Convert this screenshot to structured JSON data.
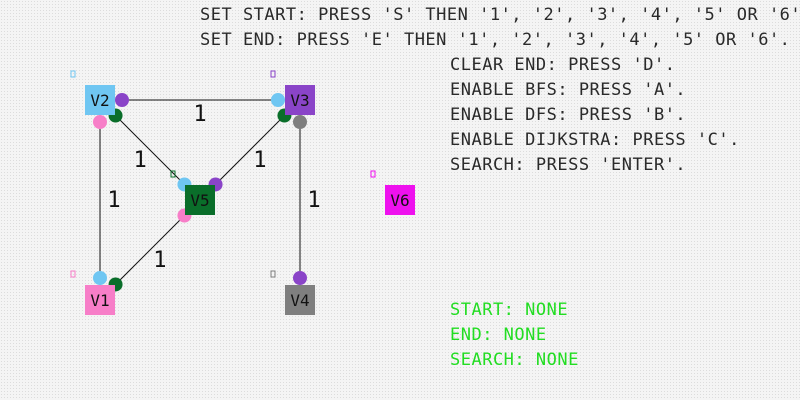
{
  "instructions": {
    "set_start": "SET START: PRESS 'S' THEN '1', '2', '3', '4', '5' OR '6'.",
    "set_end": "SET END: PRESS 'E' THEN '1', '2', '3', '4', '5' OR '6'.",
    "clear_end": "CLEAR END: PRESS 'D'.",
    "enable_bfs": "ENABLE BFS: PRESS 'A'.",
    "enable_dfs": "ENABLE DFS: PRESS 'B'.",
    "enable_dijkstra": "ENABLE DIJKSTRA: PRESS 'C'.",
    "search": "SEARCH: PRESS 'ENTER'."
  },
  "status": {
    "start": "START: NONE",
    "end": "END: NONE",
    "search": "SEARCH: NONE",
    "color": "#22dd22"
  },
  "graph": {
    "vertices": [
      {
        "id": "V1",
        "label": "V1",
        "color": "#f77ec8"
      },
      {
        "id": "V2",
        "label": "V2",
        "color": "#6fc6f2"
      },
      {
        "id": "V3",
        "label": "V3",
        "color": "#8a44c8"
      },
      {
        "id": "V4",
        "label": "V4",
        "color": "#7f7f7f"
      },
      {
        "id": "V5",
        "label": "V5",
        "color": "#0a6e2a"
      },
      {
        "id": "V6",
        "label": "V6",
        "color": "#ee11ee"
      }
    ],
    "edges": [
      {
        "from": "V2",
        "to": "V3",
        "weight": "1"
      },
      {
        "from": "V2",
        "to": "V1",
        "weight": "1"
      },
      {
        "from": "V2",
        "to": "V5",
        "weight": "1"
      },
      {
        "from": "V3",
        "to": "V5",
        "weight": "1"
      },
      {
        "from": "V3",
        "to": "V4",
        "weight": "1"
      },
      {
        "from": "V1",
        "to": "V5",
        "weight": "1"
      }
    ]
  }
}
